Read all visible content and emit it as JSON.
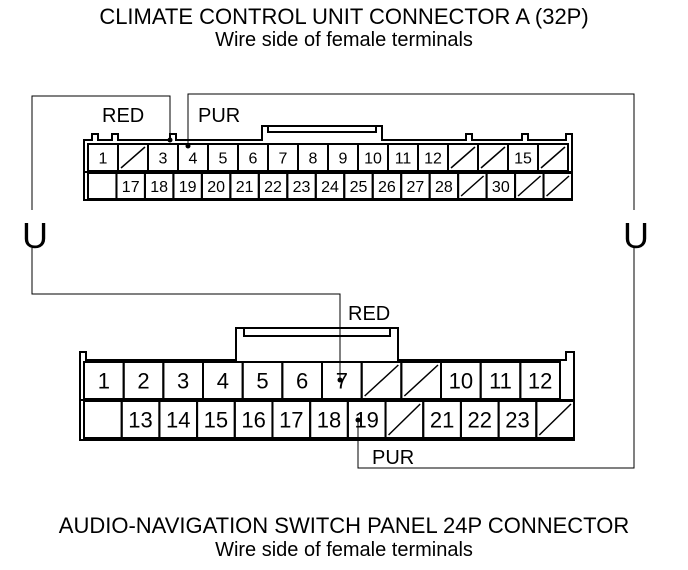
{
  "connector_a": {
    "title": "CLIMATE CONTROL UNIT CONNECTOR A (32P)",
    "subtitle": "Wire side of female terminals",
    "row1": [
      "1",
      "",
      "3",
      "4",
      "5",
      "6",
      "7",
      "8",
      "9",
      "10",
      "11",
      "12",
      "",
      "",
      "15",
      ""
    ],
    "row2": [
      "",
      "17",
      "18",
      "19",
      "20",
      "21",
      "22",
      "23",
      "24",
      "25",
      "26",
      "27",
      "28",
      "",
      "30",
      "",
      ""
    ]
  },
  "connector_b": {
    "title": "AUDIO-NAVIGATION SWITCH PANEL 24P CONNECTOR",
    "subtitle": "Wire side of female terminals",
    "row1": [
      "1",
      "2",
      "3",
      "4",
      "5",
      "6",
      "7",
      "",
      "",
      "10",
      "11",
      "12"
    ],
    "row2": [
      "",
      "13",
      "14",
      "15",
      "16",
      "17",
      "18",
      "19",
      "",
      "21",
      "22",
      "23",
      ""
    ]
  },
  "wires": {
    "red_a": "RED",
    "pur_a": "PUR",
    "red_b": "RED",
    "pur_b": "PUR"
  },
  "symbols": {
    "meter_left": "U",
    "meter_right": "U"
  },
  "icons": [
    "voltmeter-probe-icon"
  ]
}
